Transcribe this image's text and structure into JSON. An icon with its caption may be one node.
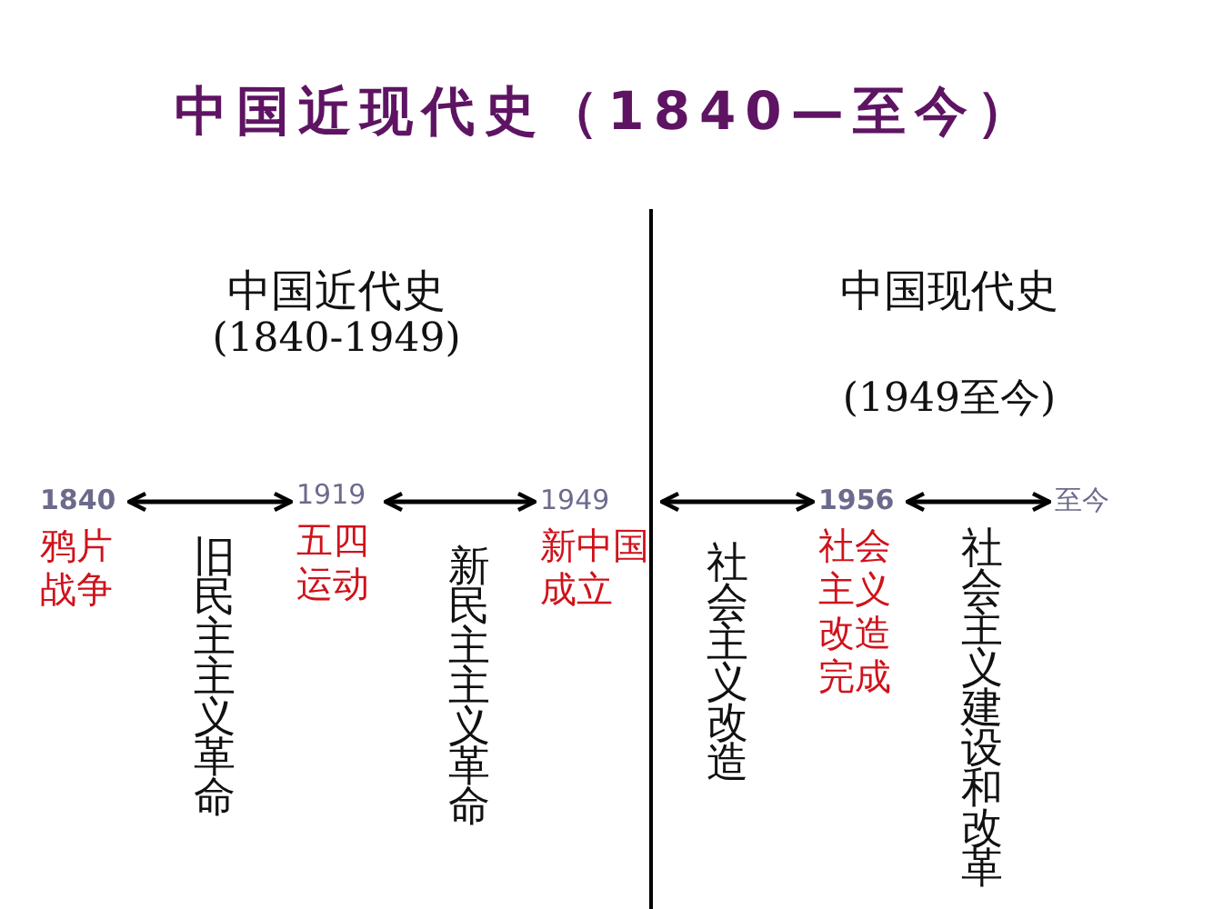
{
  "diagram": {
    "title": "中国近现代史（1840—至今）",
    "nodes": [
      {
        "text": [
          "1840",
          "鸦片战争"
        ]
      },
      {
        "text": [
          "1919",
          "五四运动"
        ]
      },
      {
        "text": [
          "1949",
          "新中国成立"
        ]
      },
      {
        "text": [
          "1956",
          "社会主义改造完成"
        ]
      },
      {
        "text": [
          "至今"
        ]
      }
    ],
    "edges": [
      {
        "from": 0,
        "to": 1,
        "arrow": "both",
        "label": "旧民主主义革命"
      },
      {
        "from": 1,
        "to": 2,
        "arrow": "both",
        "label": "新民主主义革命"
      },
      {
        "from": 2,
        "to": 3,
        "arrow": "both",
        "label": "社会主义改造"
      },
      {
        "from": 3,
        "to": 4,
        "arrow": "both",
        "label": "社会主义建设和改革"
      }
    ],
    "labels": [
      "中国近代史",
      "(1840-1949)",
      "中国现代史",
      "(1949至今)"
    ]
  }
}
